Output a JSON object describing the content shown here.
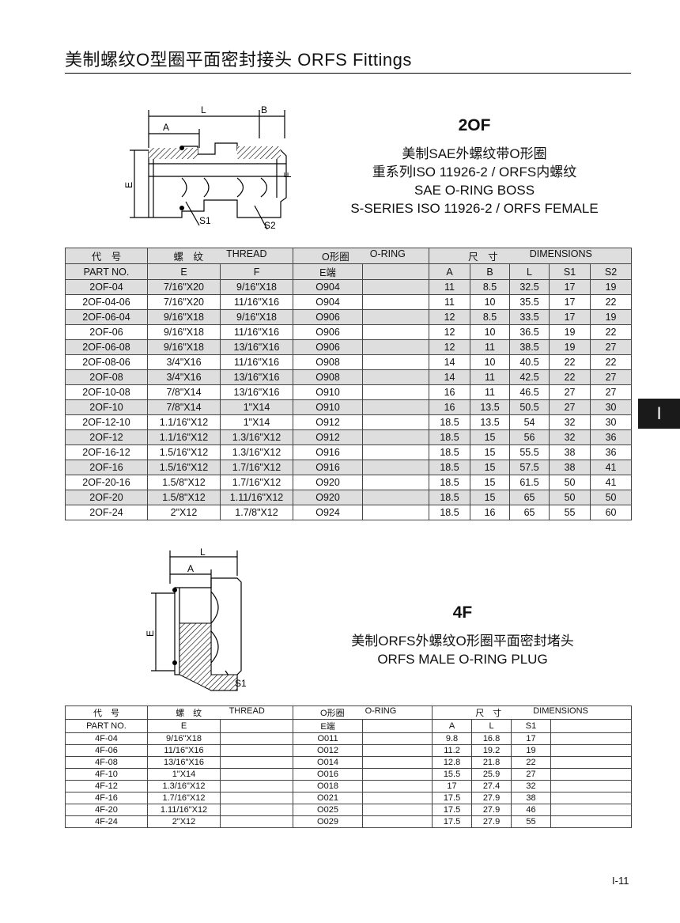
{
  "header": {
    "title": "美制螺纹O型圈平面密封接头    ORFS Fittings"
  },
  "side_tab": "I",
  "page_number": "I-11",
  "section_2of": {
    "code": "2OF",
    "desc_lines": [
      "美制SAE外螺纹带O形圈",
      "重系列ISO 11926-2 / ORFS内螺纹",
      "SAE O-RING BOSS",
      "S-SERIES ISO 11926-2 / ORFS FEMALE"
    ],
    "drawing_labels": {
      "L": "L",
      "B": "B",
      "A": "A",
      "E": "E",
      "F": "F",
      "S1": "S1",
      "S2": "S2"
    },
    "table": {
      "head1": {
        "part": "代　号",
        "thread_cn": "螺　纹",
        "thread_en": "THREAD",
        "oring_cn": "O形圈",
        "oring_en": "O-RING",
        "dim_cn": "尺　寸",
        "dim_en": "DIMENSIONS"
      },
      "head2": [
        "PART NO.",
        "E",
        "F",
        "E端",
        "",
        "A",
        "B",
        "L",
        "S1",
        "S2"
      ],
      "rows": [
        [
          "2OF-04",
          "7/16\"X20",
          "9/16\"X18",
          "O904",
          "",
          "11",
          "8.5",
          "32.5",
          "17",
          "19"
        ],
        [
          "2OF-04-06",
          "7/16\"X20",
          "11/16\"X16",
          "O904",
          "",
          "11",
          "10",
          "35.5",
          "17",
          "22"
        ],
        [
          "2OF-06-04",
          "9/16\"X18",
          "9/16\"X18",
          "O906",
          "",
          "12",
          "8.5",
          "33.5",
          "17",
          "19"
        ],
        [
          "2OF-06",
          "9/16\"X18",
          "11/16\"X16",
          "O906",
          "",
          "12",
          "10",
          "36.5",
          "19",
          "22"
        ],
        [
          "2OF-06-08",
          "9/16\"X18",
          "13/16\"X16",
          "O906",
          "",
          "12",
          "11",
          "38.5",
          "19",
          "27"
        ],
        [
          "2OF-08-06",
          "3/4\"X16",
          "11/16\"X16",
          "O908",
          "",
          "14",
          "10",
          "40.5",
          "22",
          "22"
        ],
        [
          "2OF-08",
          "3/4\"X16",
          "13/16\"X16",
          "O908",
          "",
          "14",
          "11",
          "42.5",
          "22",
          "27"
        ],
        [
          "2OF-10-08",
          "7/8\"X14",
          "13/16\"X16",
          "O910",
          "",
          "16",
          "11",
          "46.5",
          "27",
          "27"
        ],
        [
          "2OF-10",
          "7/8\"X14",
          "1\"X14",
          "O910",
          "",
          "16",
          "13.5",
          "50.5",
          "27",
          "30"
        ],
        [
          "2OF-12-10",
          "1.1/16\"X12",
          "1\"X14",
          "O912",
          "",
          "18.5",
          "13.5",
          "54",
          "32",
          "30"
        ],
        [
          "2OF-12",
          "1.1/16\"X12",
          "1.3/16\"X12",
          "O912",
          "",
          "18.5",
          "15",
          "56",
          "32",
          "36"
        ],
        [
          "2OF-16-12",
          "1.5/16\"X12",
          "1.3/16\"X12",
          "O916",
          "",
          "18.5",
          "15",
          "55.5",
          "38",
          "36"
        ],
        [
          "2OF-16",
          "1.5/16\"X12",
          "1.7/16\"X12",
          "O916",
          "",
          "18.5",
          "15",
          "57.5",
          "38",
          "41"
        ],
        [
          "2OF-20-16",
          "1.5/8\"X12",
          "1.7/16\"X12",
          "O920",
          "",
          "18.5",
          "15",
          "61.5",
          "50",
          "41"
        ],
        [
          "2OF-20",
          "1.5/8\"X12",
          "1.11/16\"X12",
          "O920",
          "",
          "18.5",
          "15",
          "65",
          "50",
          "50"
        ],
        [
          "2OF-24",
          "2\"X12",
          "1.7/8\"X12",
          "O924",
          "",
          "18.5",
          "16",
          "65",
          "55",
          "60"
        ]
      ]
    }
  },
  "section_4f": {
    "code": "4F",
    "desc_lines": [
      "美制ORFS外螺纹O形圈平面密封堵头",
      "ORFS MALE O-RING PLUG"
    ],
    "drawing_labels": {
      "L": "L",
      "A": "A",
      "E": "E",
      "S1": "S1"
    },
    "table": {
      "head1": {
        "part": "代　号",
        "thread_cn": "螺　纹",
        "thread_en": "THREAD",
        "oring_cn": "O形圈",
        "oring_en": "O-RING",
        "dim_cn": "尺　寸",
        "dim_en": "DIMENSIONS"
      },
      "head2": [
        "PART NO.",
        "E",
        "",
        "E端",
        "",
        "A",
        "L",
        "S1",
        ""
      ],
      "rows": [
        [
          "4F-04",
          "9/16\"X18",
          "",
          "O011",
          "",
          "9.8",
          "16.8",
          "17",
          ""
        ],
        [
          "4F-06",
          "11/16\"X16",
          "",
          "O012",
          "",
          "11.2",
          "19.2",
          "19",
          ""
        ],
        [
          "4F-08",
          "13/16\"X16",
          "",
          "O014",
          "",
          "12.8",
          "21.8",
          "22",
          ""
        ],
        [
          "4F-10",
          "1\"X14",
          "",
          "O016",
          "",
          "15.5",
          "25.9",
          "27",
          ""
        ],
        [
          "4F-12",
          "1.3/16\"X12",
          "",
          "O018",
          "",
          "17",
          "27.4",
          "32",
          ""
        ],
        [
          "4F-16",
          "1.7/16\"X12",
          "",
          "O021",
          "",
          "17.5",
          "27.9",
          "38",
          ""
        ],
        [
          "4F-20",
          "1.11/16\"X12",
          "",
          "O025",
          "",
          "17.5",
          "27.9",
          "46",
          ""
        ],
        [
          "4F-24",
          "2\"X12",
          "",
          "O029",
          "",
          "17.5",
          "27.9",
          "55",
          ""
        ]
      ]
    }
  }
}
